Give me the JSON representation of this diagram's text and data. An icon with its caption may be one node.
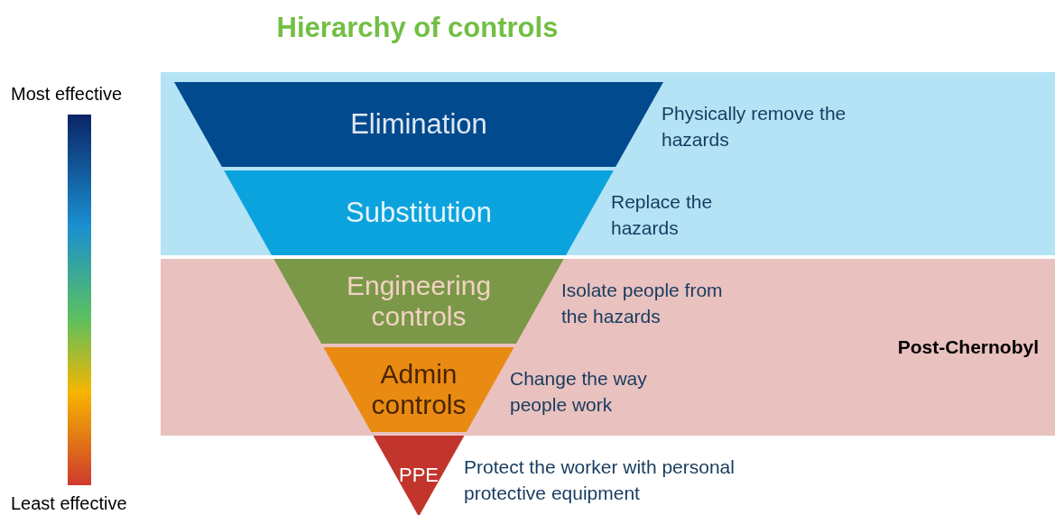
{
  "diagram": {
    "title": "Hierarchy of controls",
    "nodes": [
      {
        "text": [],
        "shape": "band"
      },
      {
        "text": [
          "Post-Chernobyl"
        ]
      },
      {
        "text": [
          "Elimination"
        ],
        "beside": [
          "Physically remove the hazards"
        ],
        "in": 0
      },
      {
        "text": [
          "Substitution"
        ],
        "beside": [
          "Replace the hazards"
        ],
        "in": 0
      },
      {
        "text": [
          "Engineering controls"
        ],
        "beside": [
          "Isolate people from the hazards"
        ],
        "in": 1
      },
      {
        "text": [
          "Admin controls"
        ],
        "beside": [
          "Change the way people work"
        ],
        "in": 1
      },
      {
        "text": [
          "PPE"
        ],
        "beside": [
          "Protect the worker with personal protective equipment"
        ]
      },
      {
        "text": [],
        "shape": "bar"
      }
    ],
    "labels": [
      "Most effective",
      "Least effective"
    ]
  }
}
